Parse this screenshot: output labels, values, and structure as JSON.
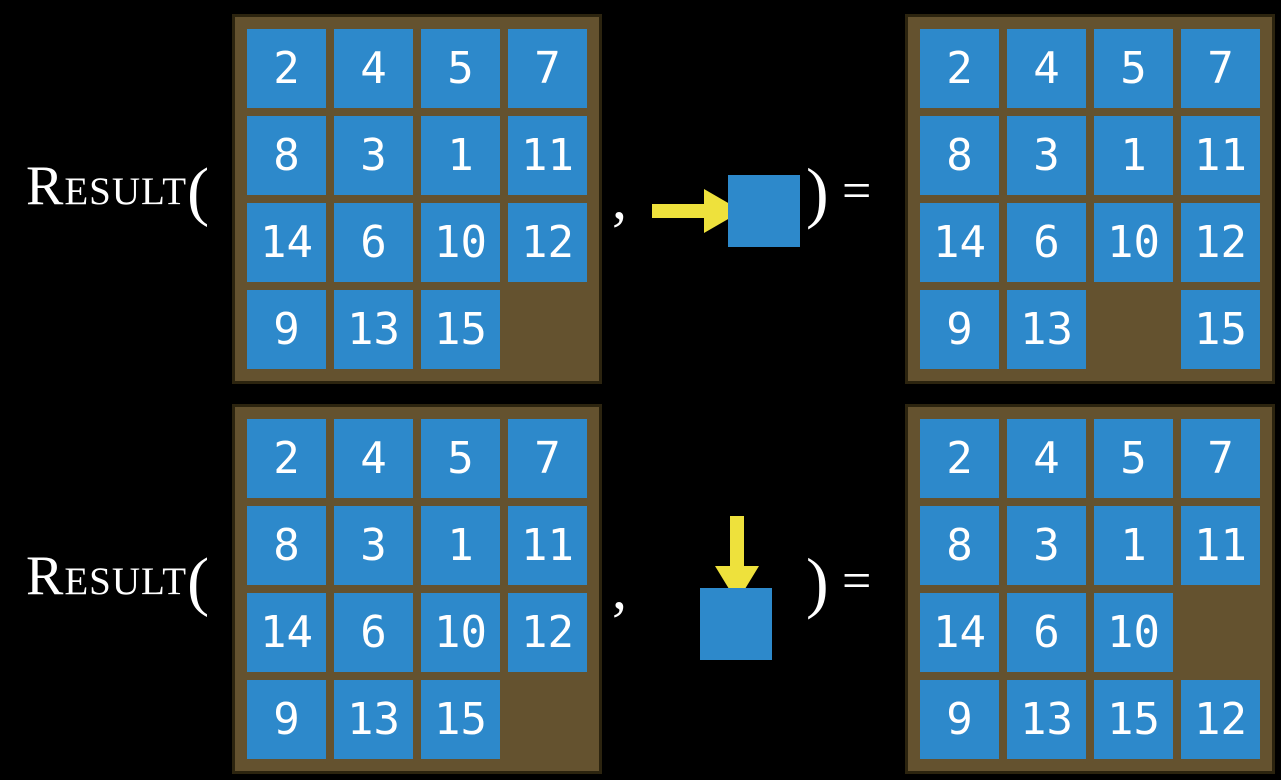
{
  "colors": {
    "background": "#000000",
    "tile_blue": "#2d89cb",
    "board_brown": "#64522f",
    "board_border": "#2c240f",
    "arrow_yellow": "#eee13c",
    "text_white": "#ffffff"
  },
  "function": {
    "name": "Result",
    "open_paren": "(",
    "comma": ",",
    "close_paren": ")",
    "equals": "="
  },
  "equations": [
    {
      "id": "slide-right",
      "action_direction": "right",
      "input_board": [
        [
          "2",
          "4",
          "5",
          "7"
        ],
        [
          "8",
          "3",
          "1",
          "11"
        ],
        [
          "14",
          "6",
          "10",
          "12"
        ],
        [
          "9",
          "13",
          "15",
          ""
        ]
      ],
      "output_board": [
        [
          "2",
          "4",
          "5",
          "7"
        ],
        [
          "8",
          "3",
          "1",
          "11"
        ],
        [
          "14",
          "6",
          "10",
          "12"
        ],
        [
          "9",
          "13",
          "",
          "15"
        ]
      ]
    },
    {
      "id": "slide-down",
      "action_direction": "down",
      "input_board": [
        [
          "2",
          "4",
          "5",
          "7"
        ],
        [
          "8",
          "3",
          "1",
          "11"
        ],
        [
          "14",
          "6",
          "10",
          "12"
        ],
        [
          "9",
          "13",
          "15",
          ""
        ]
      ],
      "output_board": [
        [
          "2",
          "4",
          "5",
          "7"
        ],
        [
          "8",
          "3",
          "1",
          "11"
        ],
        [
          "14",
          "6",
          "10",
          ""
        ],
        [
          "9",
          "13",
          "15",
          "12"
        ]
      ]
    }
  ]
}
